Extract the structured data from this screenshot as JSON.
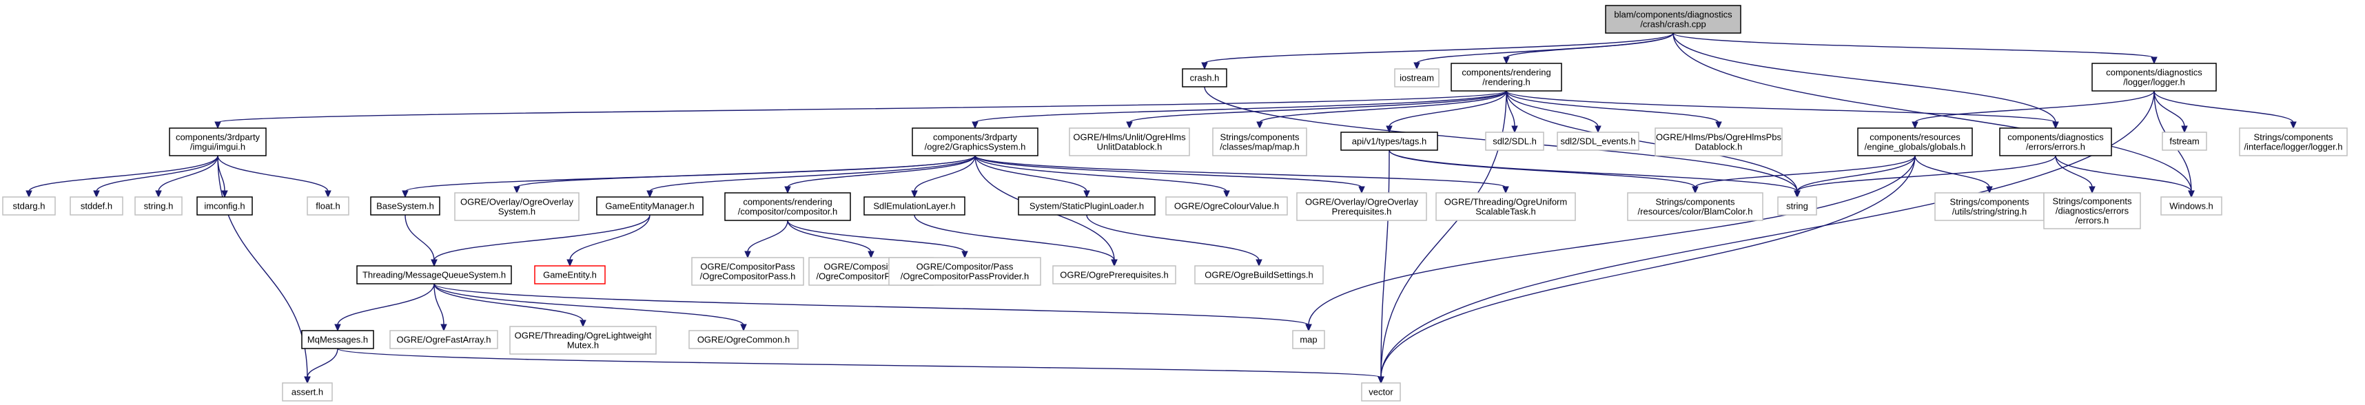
{
  "diagram": {
    "nodes": [
      {
        "id": "crash_cpp",
        "lines": [
          "blam/components/diagnostics",
          "/crash/crash.cpp"
        ],
        "style": "root"
      },
      {
        "id": "crash_h",
        "lines": [
          "crash.h"
        ],
        "style": "solid"
      },
      {
        "id": "iostream",
        "lines": [
          "iostream"
        ],
        "style": "ext"
      },
      {
        "id": "rendering_h",
        "lines": [
          "components/rendering",
          "/rendering.h"
        ],
        "style": "solid"
      },
      {
        "id": "logger_h",
        "lines": [
          "components/diagnostics",
          "/logger/logger.h"
        ],
        "style": "solid"
      },
      {
        "id": "imgui_h",
        "lines": [
          "components/3rdparty",
          "/imgui/imgui.h"
        ],
        "style": "solid"
      },
      {
        "id": "graphics_system_h",
        "lines": [
          "components/3rdparty",
          "/ogre2/GraphicsSystem.h"
        ],
        "style": "solid"
      },
      {
        "id": "ogre_hlms_unlit",
        "lines": [
          "OGRE/Hlms/Unlit/OgreHlms",
          "UnlitDatablock.h"
        ],
        "style": "ext"
      },
      {
        "id": "map_h",
        "lines": [
          "Strings/components",
          "/classes/map/map.h"
        ],
        "style": "ext"
      },
      {
        "id": "tags_h",
        "lines": [
          "api/v1/types/tags.h"
        ],
        "style": "solid"
      },
      {
        "id": "sdl_h",
        "lines": [
          "sdl2/SDL.h"
        ],
        "style": "ext"
      },
      {
        "id": "sdl_events_h",
        "lines": [
          "sdl2/SDL_events.h"
        ],
        "style": "ext"
      },
      {
        "id": "ogre_hlms_pbs",
        "lines": [
          "OGRE/Hlms/Pbs/OgreHlmsPbs",
          "Datablock.h"
        ],
        "style": "ext"
      },
      {
        "id": "errors_h",
        "lines": [
          "components/diagnostics",
          "/errors/errors.h"
        ],
        "style": "solid"
      },
      {
        "id": "globals_h",
        "lines": [
          "components/resources",
          "/engine_globals/globals.h"
        ],
        "style": "solid"
      },
      {
        "id": "fstream",
        "lines": [
          "fstream"
        ],
        "style": "ext"
      },
      {
        "id": "interface_logger_h",
        "lines": [
          "Strings/components",
          "/interface/logger/logger.h"
        ],
        "style": "ext"
      },
      {
        "id": "stdarg_h",
        "lines": [
          "stdarg.h"
        ],
        "style": "ext"
      },
      {
        "id": "stddef_h",
        "lines": [
          "stddef.h"
        ],
        "style": "ext"
      },
      {
        "id": "string_h",
        "lines": [
          "string.h"
        ],
        "style": "ext"
      },
      {
        "id": "imconfig_h",
        "lines": [
          "imconfig.h"
        ],
        "style": "solid"
      },
      {
        "id": "float_h",
        "lines": [
          "float.h"
        ],
        "style": "ext"
      },
      {
        "id": "base_system_h",
        "lines": [
          "BaseSystem.h"
        ],
        "style": "solid"
      },
      {
        "id": "ogre_overlay_system",
        "lines": [
          "OGRE/Overlay/OgreOverlay",
          "System.h"
        ],
        "style": "ext"
      },
      {
        "id": "game_entity_manager_h",
        "lines": [
          "GameEntityManager.h"
        ],
        "style": "solid"
      },
      {
        "id": "compositor_h",
        "lines": [
          "components/rendering",
          "/compositor/compositor.h"
        ],
        "style": "solid"
      },
      {
        "id": "sdl_emulation_layer_h",
        "lines": [
          "SdlEmulationLayer.h"
        ],
        "style": "solid"
      },
      {
        "id": "static_plugin_loader_h",
        "lines": [
          "System/StaticPluginLoader.h"
        ],
        "style": "solid"
      },
      {
        "id": "ogre_colour_value_h",
        "lines": [
          "OGRE/OgreColourValue.h"
        ],
        "style": "ext"
      },
      {
        "id": "ogre_overlay_prereq",
        "lines": [
          "OGRE/Overlay/OgreOverlay",
          "Prerequisites.h"
        ],
        "style": "ext"
      },
      {
        "id": "ogre_threading_uniform",
        "lines": [
          "OGRE/Threading/OgreUniform",
          "ScalableTask.h"
        ],
        "style": "ext"
      },
      {
        "id": "blam_color_h",
        "lines": [
          "Strings/components",
          "/resources/color/BlamColor.h"
        ],
        "style": "ext"
      },
      {
        "id": "string",
        "lines": [
          "string"
        ],
        "style": "ext"
      },
      {
        "id": "utils_string_h",
        "lines": [
          "Strings/components",
          "/utils/string/string.h"
        ],
        "style": "ext"
      },
      {
        "id": "strings_errors_h",
        "lines": [
          "Strings/components",
          "/diagnostics/errors",
          "/errors.h"
        ],
        "style": "ext"
      },
      {
        "id": "windows_h",
        "lines": [
          "Windows.h"
        ],
        "style": "ext"
      },
      {
        "id": "message_queue_system_h",
        "lines": [
          "Threading/MessageQueueSystem.h"
        ],
        "style": "solid"
      },
      {
        "id": "game_entity_h",
        "lines": [
          "GameEntity.h"
        ],
        "style": "missing"
      },
      {
        "id": "comp_pass_h",
        "lines": [
          "OGRE/CompositorPass",
          "/OgreCompositorPass.h"
        ],
        "style": "ext"
      },
      {
        "id": "comp_pass_def_h",
        "lines": [
          "OGRE/CompositorPass",
          "/OgreCompositorPassDef.h"
        ],
        "style": "ext"
      },
      {
        "id": "comp_pass_provider_h",
        "lines": [
          "OGRE/Compositor/Pass",
          "/OgreCompositorPassProvider.h"
        ],
        "style": "ext"
      },
      {
        "id": "ogre_prerequisites_h",
        "lines": [
          "OGRE/OgrePrerequisites.h"
        ],
        "style": "ext"
      },
      {
        "id": "ogre_build_settings_h",
        "lines": [
          "OGRE/OgreBuildSettings.h"
        ],
        "style": "ext"
      },
      {
        "id": "mq_messages_h",
        "lines": [
          "MqMessages.h"
        ],
        "style": "solid"
      },
      {
        "id": "ogre_fast_array_h",
        "lines": [
          "OGRE/OgreFastArray.h"
        ],
        "style": "ext"
      },
      {
        "id": "ogre_lightweight_mutex",
        "lines": [
          "OGRE/Threading/OgreLightweight",
          "Mutex.h"
        ],
        "style": "ext"
      },
      {
        "id": "ogre_common_h",
        "lines": [
          "OGRE/OgreCommon.h"
        ],
        "style": "ext"
      },
      {
        "id": "map",
        "lines": [
          "map"
        ],
        "style": "ext"
      },
      {
        "id": "assert_h",
        "lines": [
          "assert.h"
        ],
        "style": "ext"
      },
      {
        "id": "vector",
        "lines": [
          "vector"
        ],
        "style": "ext"
      }
    ],
    "edges": [
      [
        "crash_cpp",
        "crash_h"
      ],
      [
        "crash_cpp",
        "iostream"
      ],
      [
        "crash_cpp",
        "rendering_h"
      ],
      [
        "crash_cpp",
        "logger_h"
      ],
      [
        "crash_cpp",
        "errors_h"
      ],
      [
        "crash_cpp",
        "windows_h"
      ],
      [
        "crash_h",
        "string"
      ],
      [
        "rendering_h",
        "imgui_h"
      ],
      [
        "rendering_h",
        "graphics_system_h"
      ],
      [
        "rendering_h",
        "ogre_hlms_unlit"
      ],
      [
        "rendering_h",
        "map_h"
      ],
      [
        "rendering_h",
        "tags_h"
      ],
      [
        "rendering_h",
        "sdl_h"
      ],
      [
        "rendering_h",
        "sdl_events_h"
      ],
      [
        "rendering_h",
        "ogre_hlms_pbs"
      ],
      [
        "rendering_h",
        "errors_h"
      ],
      [
        "rendering_h",
        "string"
      ],
      [
        "rendering_h",
        "vector"
      ],
      [
        "logger_h",
        "globals_h"
      ],
      [
        "logger_h",
        "fstream"
      ],
      [
        "logger_h",
        "interface_logger_h"
      ],
      [
        "logger_h",
        "windows_h"
      ],
      [
        "logger_h",
        "vector"
      ],
      [
        "imgui_h",
        "stdarg_h"
      ],
      [
        "imgui_h",
        "stddef_h"
      ],
      [
        "imgui_h",
        "string_h"
      ],
      [
        "imgui_h",
        "imconfig_h"
      ],
      [
        "imgui_h",
        "float_h"
      ],
      [
        "imgui_h",
        "assert_h"
      ],
      [
        "graphics_system_h",
        "base_system_h"
      ],
      [
        "graphics_system_h",
        "ogre_overlay_system"
      ],
      [
        "graphics_system_h",
        "game_entity_manager_h"
      ],
      [
        "graphics_system_h",
        "compositor_h"
      ],
      [
        "graphics_system_h",
        "sdl_emulation_layer_h"
      ],
      [
        "graphics_system_h",
        "static_plugin_loader_h"
      ],
      [
        "graphics_system_h",
        "ogre_colour_value_h"
      ],
      [
        "graphics_system_h",
        "ogre_overlay_prereq"
      ],
      [
        "graphics_system_h",
        "ogre_threading_uniform"
      ],
      [
        "graphics_system_h",
        "ogre_prerequisites_h"
      ],
      [
        "tags_h",
        "blam_color_h"
      ],
      [
        "tags_h",
        "string"
      ],
      [
        "tags_h",
        "vector"
      ],
      [
        "errors_h",
        "string"
      ],
      [
        "errors_h",
        "strings_errors_h"
      ],
      [
        "errors_h",
        "windows_h"
      ],
      [
        "globals_h",
        "blam_color_h"
      ],
      [
        "globals_h",
        "string"
      ],
      [
        "globals_h",
        "utils_string_h"
      ],
      [
        "globals_h",
        "map"
      ],
      [
        "globals_h",
        "vector"
      ],
      [
        "base_system_h",
        "message_queue_system_h"
      ],
      [
        "game_entity_manager_h",
        "message_queue_system_h"
      ],
      [
        "game_entity_manager_h",
        "game_entity_h"
      ],
      [
        "compositor_h",
        "comp_pass_h"
      ],
      [
        "compositor_h",
        "comp_pass_def_h"
      ],
      [
        "compositor_h",
        "comp_pass_provider_h"
      ],
      [
        "sdl_emulation_layer_h",
        "ogre_prerequisites_h"
      ],
      [
        "static_plugin_loader_h",
        "ogre_build_settings_h"
      ],
      [
        "message_queue_system_h",
        "mq_messages_h"
      ],
      [
        "message_queue_system_h",
        "ogre_fast_array_h"
      ],
      [
        "message_queue_system_h",
        "ogre_lightweight_mutex"
      ],
      [
        "message_queue_system_h",
        "ogre_common_h"
      ],
      [
        "message_queue_system_h",
        "map"
      ],
      [
        "mq_messages_h",
        "assert_h"
      ],
      [
        "mq_messages_h",
        "vector"
      ]
    ]
  }
}
